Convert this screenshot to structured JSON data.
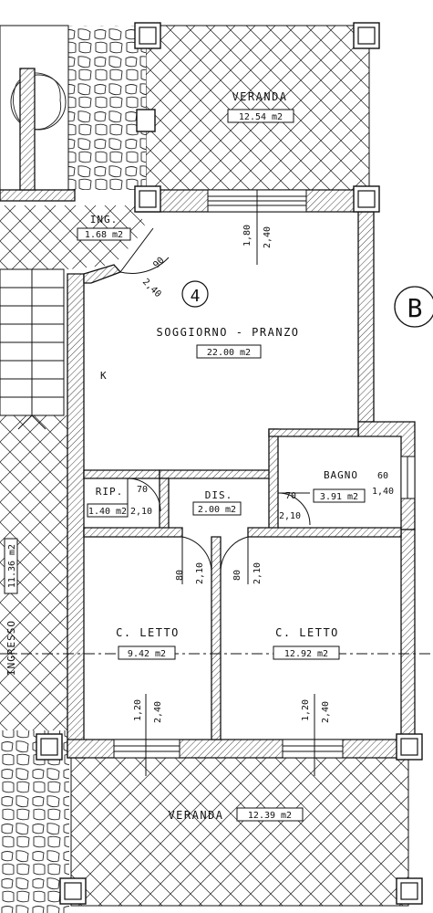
{
  "plan": {
    "unit_number": "4",
    "block_letter": "B",
    "kitchen_mark": "K"
  },
  "rooms": {
    "veranda_top": {
      "name": "VERANDA",
      "area": "12.54 m2"
    },
    "ingresso_unit": {
      "name": "ING.",
      "area": "1.68 m2"
    },
    "soggiorno": {
      "name": "SOGGIORNO - PRANZO",
      "area": "22.00 m2"
    },
    "bagno": {
      "name": "BAGNO",
      "area": "3.91 m2"
    },
    "ripostiglio": {
      "name": "RIP.",
      "area": "1.40 m2"
    },
    "disimpegno": {
      "name": "DIS.",
      "area": "2.00 m2"
    },
    "letto_left": {
      "name": "C. LETTO",
      "area": "9.42 m2"
    },
    "letto_right": {
      "name": "C. LETTO",
      "area": "12.92 m2"
    },
    "veranda_bottom": {
      "name": "VERANDA",
      "area": "12.39 m2"
    },
    "ingresso_common": {
      "name": "INGRESSO",
      "area": "11.36 m2"
    }
  },
  "openings": {
    "window_soggiorno": {
      "w": "1,80",
      "h": "2,40"
    },
    "entry_door": {
      "w": "90",
      "h": "2,40"
    },
    "rip_door": {
      "w": "70",
      "h": "2,10"
    },
    "bagno_door": {
      "w": "70",
      "h": "2,10"
    },
    "bagno_window": {
      "w": "60",
      "h": "1,40"
    },
    "letto_left_door": {
      "w": "80",
      "h": "2,10"
    },
    "letto_right_door": {
      "w": "80",
      "h": "2,10"
    },
    "window_letto_left": {
      "w": "1,20",
      "h": "2,40"
    },
    "window_letto_right": {
      "w": "1,20",
      "h": "2,40"
    }
  }
}
